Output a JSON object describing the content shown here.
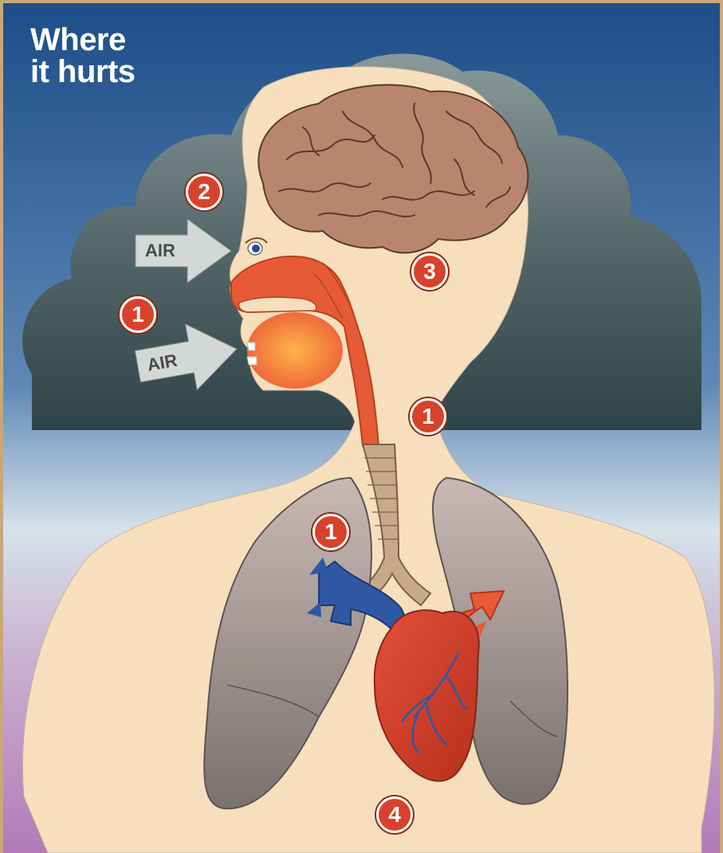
{
  "title": {
    "line1": "Where",
    "line2": "it hurts"
  },
  "air_labels": [
    "AIR",
    "AIR"
  ],
  "markers": [
    "2",
    "1",
    "3",
    "1",
    "1",
    "4"
  ],
  "colors": {
    "sky_top": "#1d4e87",
    "sky_bottom": "#c99ccd",
    "cloud": "#5b6e72",
    "skin": "#f7dfbd",
    "brain": "#b8866e",
    "airway": "#e65a36",
    "lungs": "#9a928f",
    "heart": "#d43b22",
    "vein": "#2f58a4",
    "marker": "#d8412a"
  },
  "icons": [
    "air-arrow-icon",
    "marker-badge-icon"
  ]
}
